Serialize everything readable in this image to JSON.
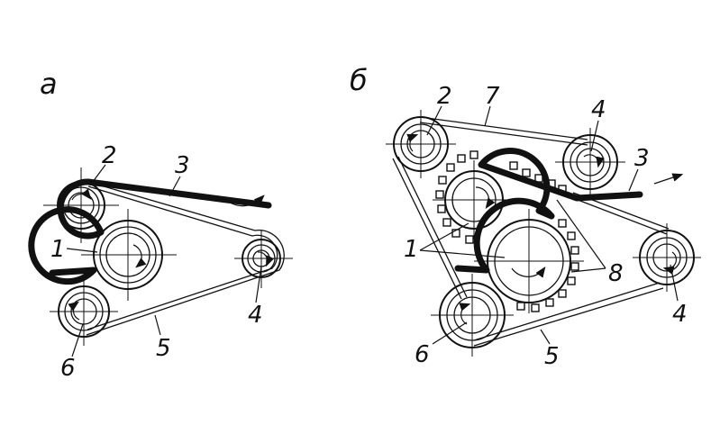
{
  "panels": [
    {
      "id": "a",
      "title": "а",
      "labels": [
        "1",
        "2",
        "3",
        "4",
        "5",
        "6"
      ]
    },
    {
      "id": "b",
      "title": "б",
      "labels": [
        "1",
        "2",
        "3",
        "4",
        "4",
        "5",
        "6",
        "7",
        "8"
      ]
    }
  ]
}
